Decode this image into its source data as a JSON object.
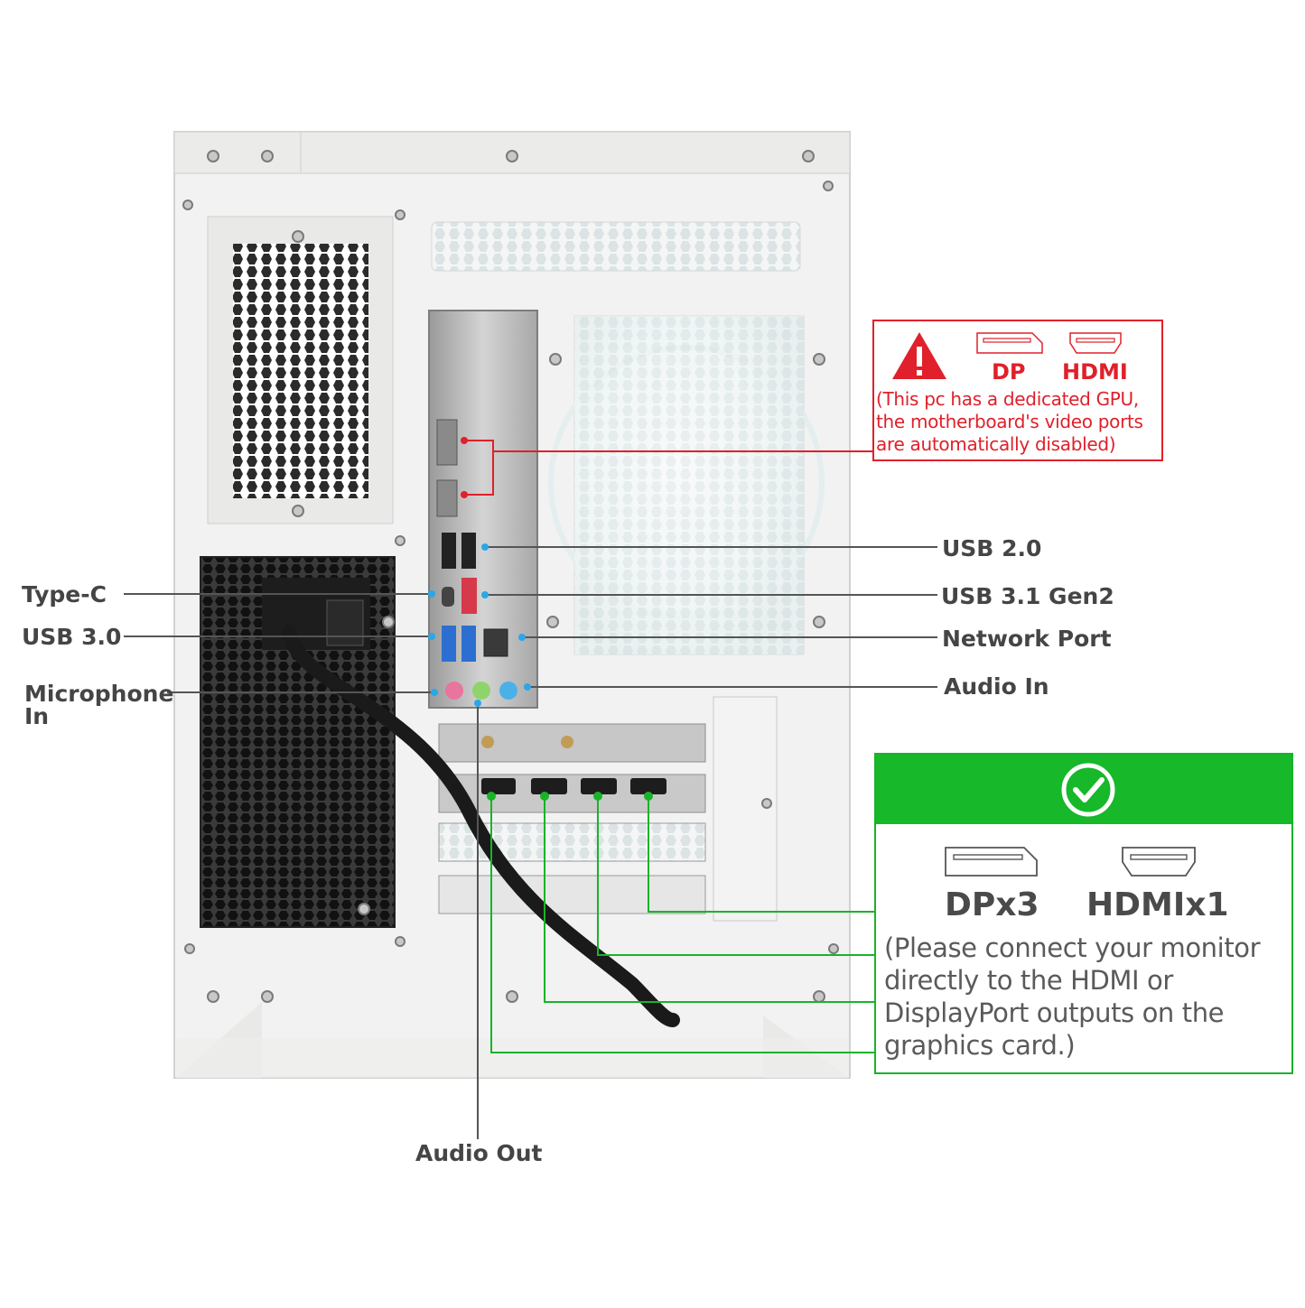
{
  "labels": {
    "type_c": "Type-C",
    "usb30": "USB 3.0",
    "mic_in": "Microphone In",
    "usb20": "USB 2.0",
    "usb31": "USB 3.1 Gen2",
    "network": "Network Port",
    "audio_in": "Audio In",
    "audio_out": "Audio Out"
  },
  "warning": {
    "dp": "DP",
    "hdmi": "HDMI",
    "note": "(This pc has a dedicated GPU, the motherboard's video ports are automatically disabled)"
  },
  "gpu": {
    "dp": "DPx3",
    "hdmi": "HDMIx1",
    "note": "(Please connect your monitor directly to the HDMI or DisplayPort outputs on the graphics card.)"
  },
  "colors": {
    "warning_red": "#e0202a",
    "ok_green": "#17b82a",
    "leader_blue": "#2aa7e8",
    "text_gray": "#454545"
  },
  "icons": {
    "warning": "warning-triangle-icon",
    "ok": "check-circle-icon"
  }
}
